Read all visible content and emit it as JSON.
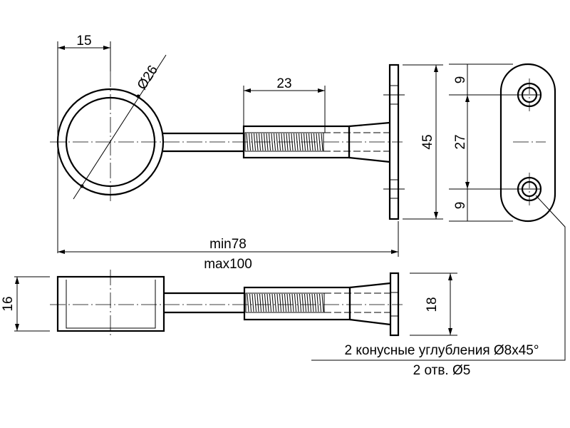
{
  "drawing": {
    "dimensions": {
      "offset": "15",
      "ring_diameter": "Ø26",
      "thread_length": "23",
      "flange_height": "45",
      "hole_top_offset": "9",
      "hole_spacing": "27",
      "hole_bottom_offset": "9",
      "length_min": "min78",
      "length_max": "max100",
      "ring_width": "16",
      "flange_width": "18"
    },
    "notes": {
      "countersink": "2 конусные углубления Ø8x45°",
      "holes": "2 отв. Ø5"
    },
    "line_color": "#000000",
    "background": "#ffffff"
  }
}
